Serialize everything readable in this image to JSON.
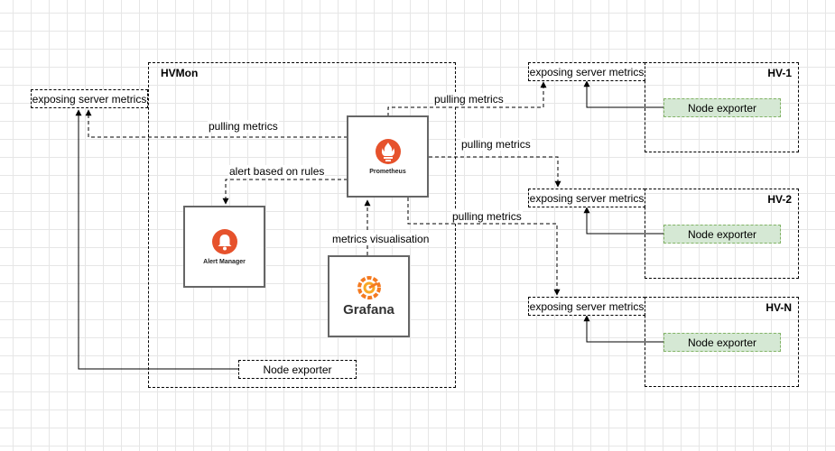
{
  "hvmon": {
    "title": "HVMon"
  },
  "hv1": {
    "title": "HV-1",
    "exposing": "exposing server metrics",
    "node": "Node exporter"
  },
  "hv2": {
    "title": "HV-2",
    "exposing": "exposing server metrics",
    "node": "Node exporter"
  },
  "hvn": {
    "title": "HV-N",
    "exposing": "exposing server metrics",
    "node": "Node exporter"
  },
  "left_exposing": "exposing server metrics",
  "local_node": "Node exporter",
  "prometheus": {
    "caption": "Prometheus",
    "icon": "prometheus-flame-icon",
    "color": "#e6522c"
  },
  "alert_manager": {
    "caption": "Alert Manager",
    "icon": "bell-icon",
    "color": "#e6522c"
  },
  "grafana": {
    "caption": "Grafana",
    "icon": "grafana-swirl-icon",
    "color": "#f47a20"
  },
  "labels": {
    "pulling_left": "pulling metrics",
    "pulling_hv1": "pulling metrics",
    "pulling_hv2": "pulling metrics",
    "pulling_hvn": "pulling metrics",
    "alert_rules": "alert based on rules",
    "visualisation": "metrics visualisation"
  }
}
